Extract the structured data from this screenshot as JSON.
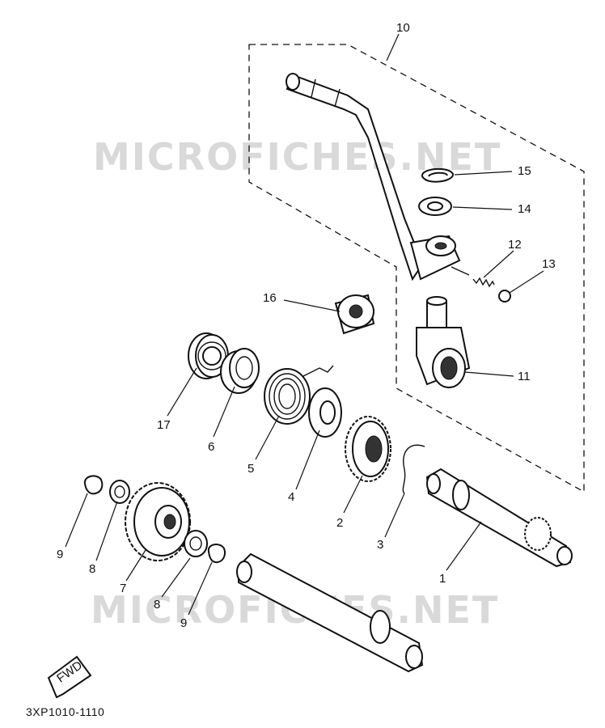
{
  "watermark": "MICROFICHES.NET",
  "diagram_code": "3XP1010-1110",
  "fwd_label": "FWD",
  "callouts": {
    "c1": "1",
    "c2": "2",
    "c3": "3",
    "c4": "4",
    "c5": "5",
    "c6": "6",
    "c7": "7",
    "c8a": "8",
    "c8b": "8",
    "c9a": "9",
    "c9b": "9",
    "c10": "10",
    "c11": "11",
    "c12": "12",
    "c13": "13",
    "c14": "14",
    "c15": "15",
    "c16": "16",
    "c17": "17"
  }
}
